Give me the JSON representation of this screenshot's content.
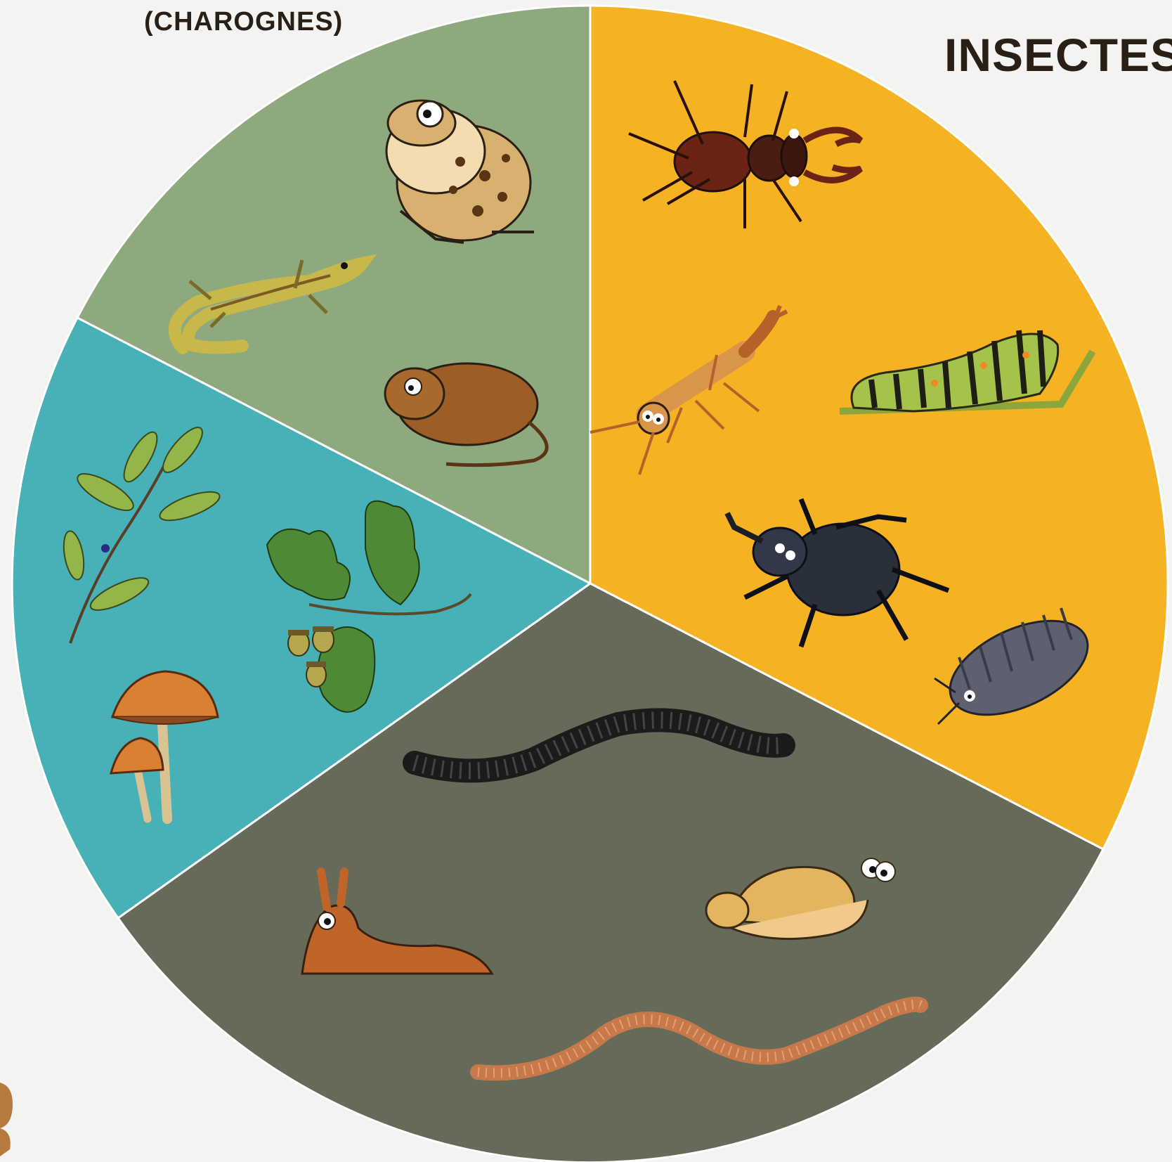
{
  "labels": {
    "charognes": "(CHAROGNES)",
    "insectes": "INSECTES"
  },
  "colors": {
    "background": "#f3f3f1",
    "sector_vertebrates": "#8fa97e",
    "sector_insects": "#f5b223",
    "sector_soil_fauna": "#666a58",
    "sector_plants_fungi": "#48b1b7",
    "divider": "#ffffff",
    "label_text": "#2a1f14"
  },
  "sectors": [
    {
      "id": "vertebrates",
      "items": [
        "toad-icon",
        "lizard-icon",
        "vole-icon"
      ]
    },
    {
      "id": "insects",
      "items": [
        "stag-beetle-icon",
        "earwig-icon",
        "caterpillar-icon",
        "dung-beetle-icon",
        "woodlouse-icon"
      ]
    },
    {
      "id": "soil-fauna",
      "items": [
        "millipede-icon",
        "slug-icon",
        "snail-icon",
        "earthworm-icon"
      ]
    },
    {
      "id": "plants-fungi",
      "items": [
        "leafy-twig-icon",
        "oak-branch-icon",
        "mushroom-icon"
      ]
    }
  ]
}
